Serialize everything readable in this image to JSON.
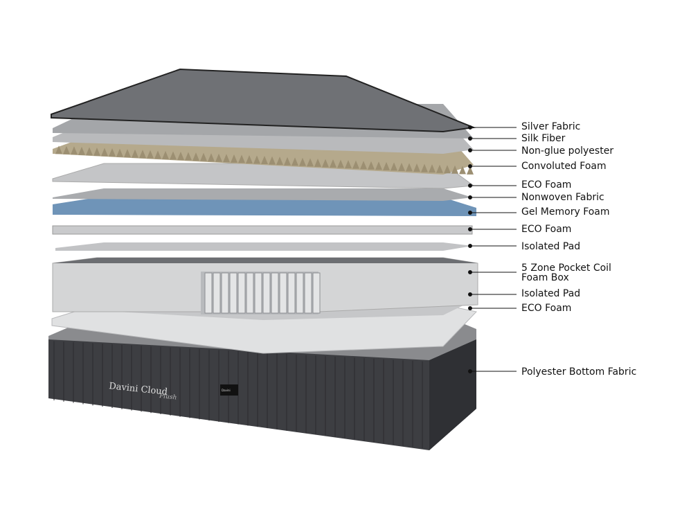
{
  "product": {
    "brand_text": "Davini Cloud",
    "model_script": "Plush",
    "tag_text": "Davini"
  },
  "layers": [
    {
      "label": "Silver Fabric",
      "color": "#6f7175"
    },
    {
      "label": "Silk Fiber",
      "color": "#a4a6a9"
    },
    {
      "label": "Non-glue polyester",
      "color": "#b9babc"
    },
    {
      "label": "Convoluted Foam",
      "color": "#b5a98c"
    },
    {
      "label": "ECO Foam",
      "color": "#c4c5c7"
    },
    {
      "label": "Nonwoven Fabric",
      "color": "#a9abae"
    },
    {
      "label": "Gel Memory Foam",
      "color": "#6f94b8"
    },
    {
      "label": "ECO Foam",
      "color": "#c9cacc"
    },
    {
      "label": "Isolated Pad",
      "color": "#c2c3c5"
    },
    {
      "label": "5 Zone Pocket Coil",
      "label2": "Foam Box",
      "color": "#d4d5d6"
    },
    {
      "label": "Isolated Pad",
      "color": "#c6c7c9"
    },
    {
      "label": "ECO Foam",
      "color": "#d8d9da"
    },
    {
      "label": "Polyester Bottom Fabric",
      "color": "#3b3c40"
    }
  ]
}
